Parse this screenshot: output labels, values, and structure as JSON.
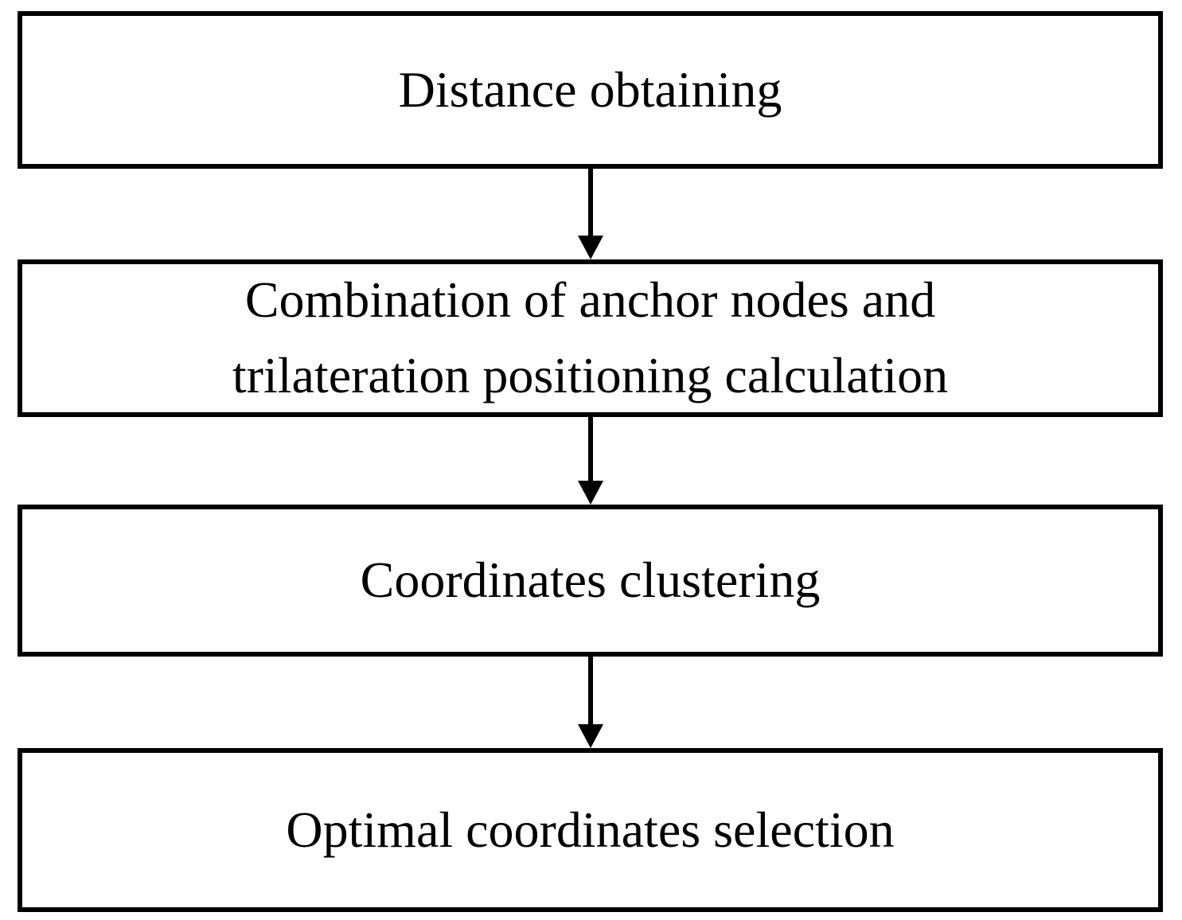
{
  "diagram": {
    "type": "flowchart",
    "direction": "top-down",
    "steps": [
      {
        "label": "Distance obtaining"
      },
      {
        "label": "Combination of anchor nodes and trilateration positioning calculation"
      },
      {
        "label": "Coordinates clustering"
      },
      {
        "label": "Optimal coordinates selection"
      }
    ],
    "connectors": [
      {
        "from": 0,
        "to": 1,
        "type": "arrow-down"
      },
      {
        "from": 1,
        "to": 2,
        "type": "arrow-down"
      },
      {
        "from": 2,
        "to": 3,
        "type": "arrow-down"
      }
    ],
    "colors": {
      "box_border": "#000000",
      "box_fill": "#ffffff",
      "text": "#000000",
      "arrow": "#000000",
      "page_background": "#ffffff"
    }
  }
}
